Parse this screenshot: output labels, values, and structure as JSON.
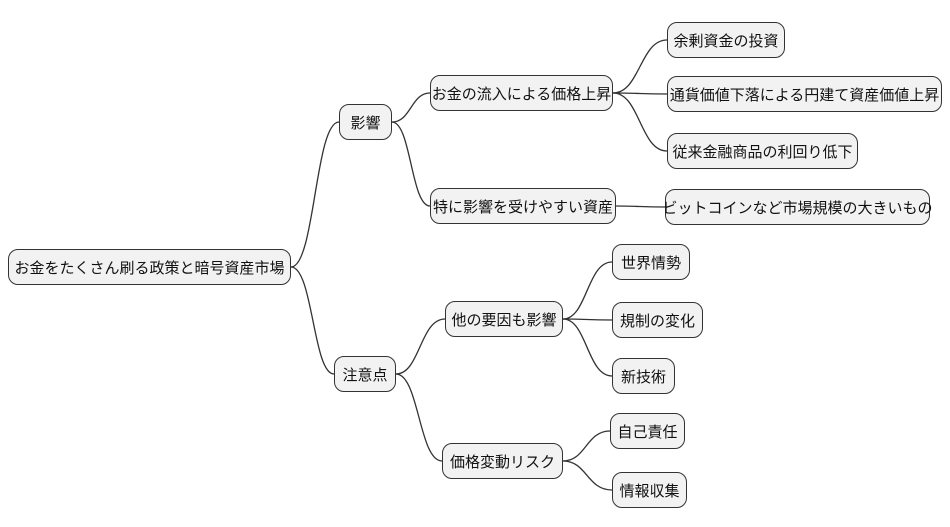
{
  "diagram": {
    "type": "mindmap",
    "background": "#ffffff",
    "node_fill": "#f2f2f2",
    "node_border": "#333333",
    "edge_color": "#333333"
  },
  "nodes": {
    "root": {
      "label": "お金をたくさん刷る政策と暗号資産市場"
    },
    "impact": {
      "label": "影響"
    },
    "price_rise": {
      "label": "お金の流入による価格上昇"
    },
    "surplus_funds": {
      "label": "余剰資金の投資"
    },
    "currency_depreciation": {
      "label": "通貨価値下落による円建て資産価値上昇"
    },
    "yield_decline": {
      "label": "従来金融商品の利回り低下"
    },
    "susceptible_assets": {
      "label": "特に影響を受けやすい資産"
    },
    "bitcoin": {
      "label": "ビットコインなど市場規模の大きいもの"
    },
    "cautions": {
      "label": "注意点"
    },
    "other_factors": {
      "label": "他の要因も影響"
    },
    "world_affairs": {
      "label": "世界情勢"
    },
    "regulation_changes": {
      "label": "規制の変化"
    },
    "new_technology": {
      "label": "新技術"
    },
    "price_volatility_risk": {
      "label": "価格変動リスク"
    },
    "self_responsibility": {
      "label": "自己責任"
    },
    "information_gathering": {
      "label": "情報収集"
    }
  },
  "edges": [
    [
      "root",
      "impact"
    ],
    [
      "root",
      "cautions"
    ],
    [
      "impact",
      "price_rise"
    ],
    [
      "impact",
      "susceptible_assets"
    ],
    [
      "price_rise",
      "surplus_funds"
    ],
    [
      "price_rise",
      "currency_depreciation"
    ],
    [
      "price_rise",
      "yield_decline"
    ],
    [
      "susceptible_assets",
      "bitcoin"
    ],
    [
      "cautions",
      "other_factors"
    ],
    [
      "cautions",
      "price_volatility_risk"
    ],
    [
      "other_factors",
      "world_affairs"
    ],
    [
      "other_factors",
      "regulation_changes"
    ],
    [
      "other_factors",
      "new_technology"
    ],
    [
      "price_volatility_risk",
      "self_responsibility"
    ],
    [
      "price_volatility_risk",
      "information_gathering"
    ]
  ]
}
